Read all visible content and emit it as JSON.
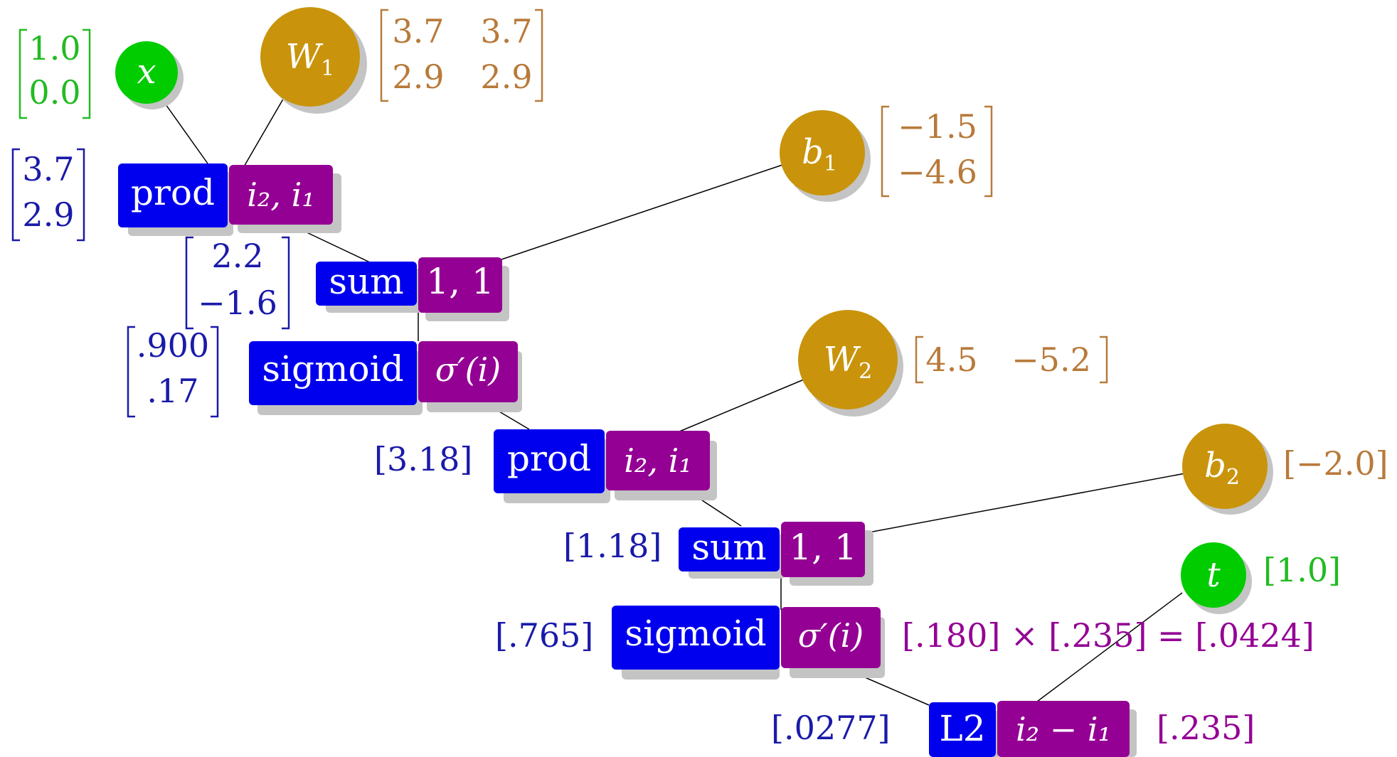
{
  "colors": {
    "op_box": "#0000ee",
    "arg_box": "#940094",
    "input_green": "#00cc00",
    "param_gold": "#c9940c",
    "value_blue": "#1a1aaa",
    "param_text": "#b87a3a",
    "input_text": "#22bb22",
    "grad_text": "#940094"
  },
  "nodes": {
    "x": {
      "label": "x",
      "value": [
        "1.0",
        "0.0"
      ]
    },
    "W1": {
      "label": "W",
      "sub": "1",
      "value": [
        [
          "3.7",
          "3.7"
        ],
        [
          "2.9",
          "2.9"
        ]
      ]
    },
    "b1": {
      "label": "b",
      "sub": "1",
      "value": [
        "−1.5",
        "−4.6"
      ]
    },
    "W2": {
      "label": "W",
      "sub": "2",
      "value": [
        "4.5",
        "−5.2"
      ]
    },
    "b2": {
      "label": "b",
      "sub": "2",
      "value": "[−2.0]"
    },
    "t": {
      "label": "t",
      "value": "[1.0]"
    }
  },
  "ops": {
    "prod1": {
      "op": "prod",
      "arg": "i₂, i₁",
      "value": [
        "3.7",
        "2.9"
      ]
    },
    "sum1": {
      "op": "sum",
      "arg": "1, 1",
      "value": [
        "2.2",
        "−1.6"
      ]
    },
    "sigmoid1": {
      "op": "sigmoid",
      "arg": "σ′(i)",
      "value": [
        ".900",
        ".17"
      ]
    },
    "prod2": {
      "op": "prod",
      "arg": "i₂, i₁",
      "value": "[3.18]"
    },
    "sum2": {
      "op": "sum",
      "arg": "1, 1",
      "value": "[1.18]"
    },
    "sigmoid2": {
      "op": "sigmoid",
      "arg": "σ′(i)",
      "value": "[.765]",
      "gradient": "[.180] × [.235] = [.0424]"
    },
    "L2": {
      "op": "L2",
      "arg": "i₂ − i₁",
      "value": "[.0277]",
      "gradient": "[.235]"
    }
  }
}
